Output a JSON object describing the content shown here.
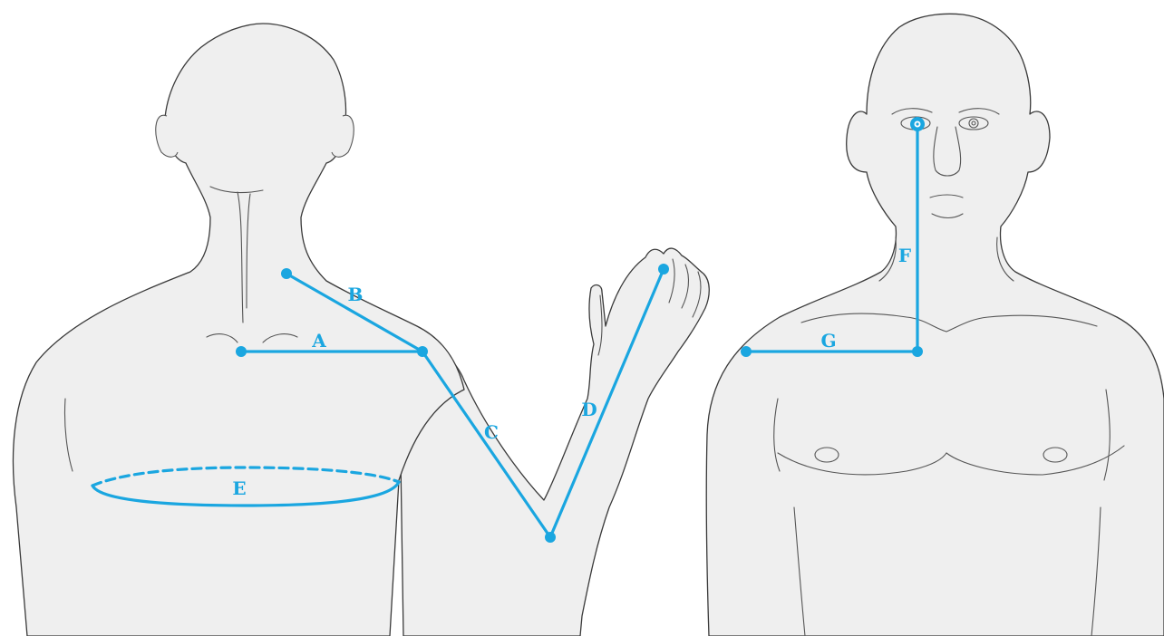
{
  "colors": {
    "measurement": "#1aa6e0",
    "outline": "#3a3a3a",
    "skin": "#efefef",
    "background": "#ffffff"
  },
  "labels": {
    "a": "A",
    "b": "B",
    "c": "C",
    "d": "D",
    "e": "E",
    "f": "F",
    "g": "G"
  }
}
